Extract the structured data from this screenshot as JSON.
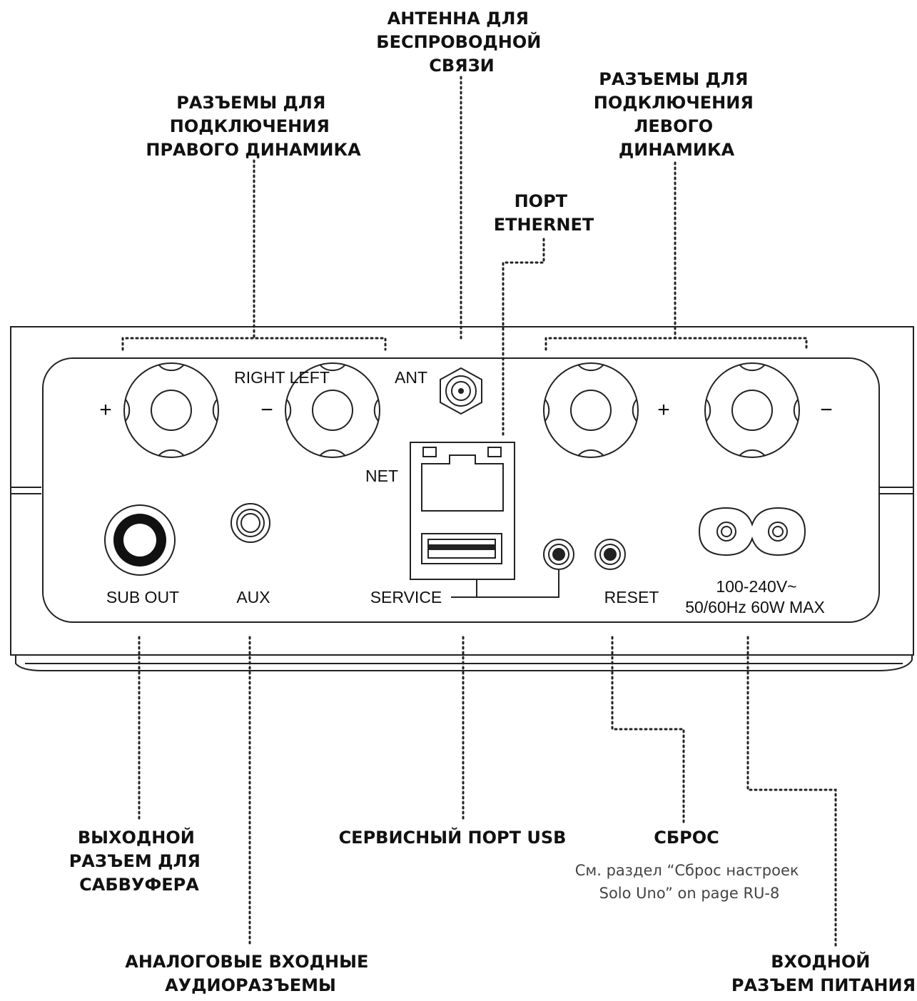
{
  "callouts": {
    "right_speaker": [
      "РАЗЪЕМЫ ДЛЯ",
      "ПОДКЛЮЧЕНИЯ",
      "ПРАВОГО ДИНАМИКА"
    ],
    "antenna": [
      "АНТЕННА ДЛЯ",
      "БЕСПРОВОДНОЙ",
      "СВЯЗИ"
    ],
    "left_speaker": [
      "РАЗЪЕМЫ ДЛЯ",
      "ПОДКЛЮЧЕНИЯ",
      "ЛЕВОГО",
      "ДИНАМИКА"
    ],
    "ethernet": [
      "ПОРТ",
      "ETHERNET"
    ],
    "sub_out": [
      "ВЫХОДНОЙ",
      "РАЗЪЕМ ДЛЯ",
      "САБВУФЕРА"
    ],
    "usb": [
      "СЕРВИСНЫЙ ПОРТ USB"
    ],
    "reset": [
      "СБРОС"
    ],
    "reset_note": [
      "См. раздел “Сброс настроек",
      "Solo Uno” on page RU-8"
    ],
    "aux": [
      "АНАЛОГОВЫЕ ВХОДНЫЕ",
      "АУДИОРАЗЪЕМЫ"
    ],
    "power": [
      "ВХОДНОЙ",
      "РАЗЪЕМ ПИТАНИЯ"
    ]
  },
  "panel": {
    "right_left": "RIGHT LEFT",
    "ant": "ANT",
    "net": "NET",
    "sub_out": "SUB OUT",
    "aux": "AUX",
    "service": "SERVICE",
    "reset": "RESET",
    "power_line1": "100-240V~",
    "power_line2": "50/60Hz 60W MAX",
    "plus": "+",
    "minus": "−"
  }
}
